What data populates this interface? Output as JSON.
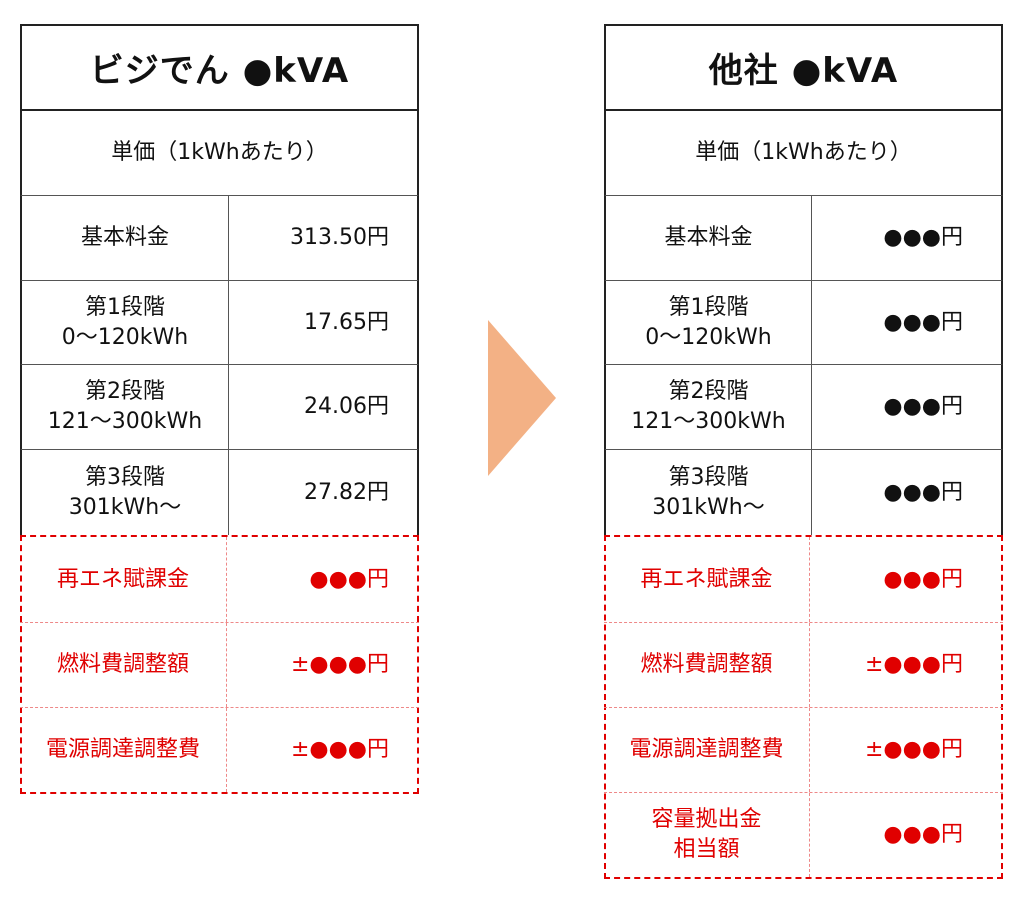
{
  "left": {
    "title": "ビジでん ●kVA",
    "subheader": "単価（1kWhあたり）",
    "rows": [
      {
        "label1": "基本料金",
        "label2": "",
        "value": "313.50円"
      },
      {
        "label1": "第1段階",
        "label2": "0〜120kWh",
        "value": "17.65円"
      },
      {
        "label1": "第2段階",
        "label2": "121〜300kWh",
        "value": "24.06円"
      },
      {
        "label1": "第3段階",
        "label2": "301kWh〜",
        "value": "27.82円"
      }
    ],
    "red_rows": [
      {
        "label1": "再エネ賦課金",
        "label2": "",
        "value": "●●●円"
      },
      {
        "label1": "燃料費調整額",
        "label2": "",
        "value": "±●●●円"
      },
      {
        "label1": "電源調達調整費",
        "label2": "",
        "value": "±●●●円"
      }
    ]
  },
  "right": {
    "title": "他社 ●kVA",
    "subheader": "単価（1kWhあたり）",
    "rows": [
      {
        "label1": "基本料金",
        "label2": "",
        "value": "●●●円"
      },
      {
        "label1": "第1段階",
        "label2": "0〜120kWh",
        "value": "●●●円"
      },
      {
        "label1": "第2段階",
        "label2": "121〜300kWh",
        "value": "●●●円"
      },
      {
        "label1": "第3段階",
        "label2": "301kWh〜",
        "value": "●●●円"
      }
    ],
    "red_rows": [
      {
        "label1": "再エネ賦課金",
        "label2": "",
        "value": "●●●円"
      },
      {
        "label1": "燃料費調整額",
        "label2": "",
        "value": "±●●●円"
      },
      {
        "label1": "電源調達調整費",
        "label2": "",
        "value": "±●●●円"
      },
      {
        "label1": "容量拠出金",
        "label2": "相当額",
        "value": "●●●円"
      }
    ]
  },
  "arrow_icon": "triangle-right-icon",
  "colors": {
    "red": "#e00000",
    "arrow": "#f3b185",
    "border": "#222222"
  }
}
